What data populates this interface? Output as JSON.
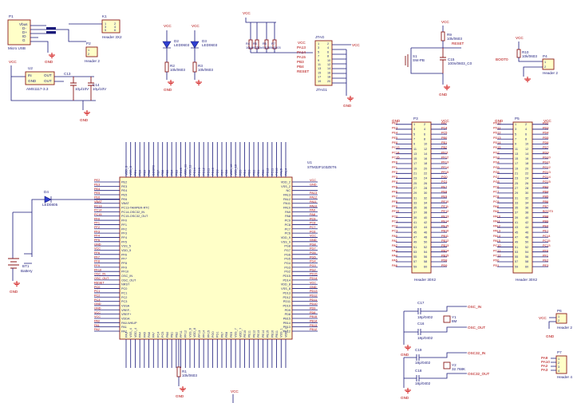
{
  "usb_block": {
    "ref": "P1",
    "value": "Micro USB",
    "pins": [
      "Vbus",
      "D-",
      "D+",
      "ID",
      "G"
    ],
    "gnd": "GND"
  },
  "header_k1": {
    "ref": "K1",
    "value": "Header 3X2"
  },
  "header_p2": {
    "ref": "P2",
    "value": "Header 2"
  },
  "regulator": {
    "ref": "U2",
    "value": "AMS1117-3.3",
    "pins": [
      "IN",
      "OUT",
      "GND",
      "OUT"
    ],
    "net": "VCC",
    "caps": [
      {
        "ref": "C13",
        "value": "10μ/10V"
      },
      {
        "ref": "C14",
        "value": "10μ/10V"
      }
    ],
    "gnd": "GND"
  },
  "leds_power": {
    "net": "VCC",
    "d2": {
      "ref": "D2",
      "value": "LED0603"
    },
    "d3": {
      "ref": "D3",
      "value": "LED0603"
    },
    "r_left": {
      "ref": "R2",
      "value": "10k/0603"
    },
    "r_right": {
      "ref": "R3",
      "value": "10k/0603"
    },
    "gnd": "GND"
  },
  "jtag": {
    "ref": "JTAG",
    "label": "JTAG1",
    "net_top": "VCC",
    "net_right": "VCC",
    "resistors": [
      "R4",
      "R5",
      "R6",
      "R7"
    ],
    "res_value": "10k/0603",
    "signals": [
      "PA13",
      "PA14",
      "PA15",
      "PB3",
      "PB4",
      "RESET"
    ],
    "pin_numbers": [
      "1",
      "2",
      "3",
      "4",
      "5",
      "6",
      "7",
      "8",
      "9",
      "10",
      "11",
      "12",
      "13",
      "14",
      "15",
      "16",
      "17",
      "18",
      "19",
      "20"
    ],
    "gnd": "GND"
  },
  "reset_block": {
    "net": "VCC",
    "r": {
      "ref": "R9",
      "value": "10k/0603"
    },
    "sw": {
      "ref": "S1",
      "value": "SW-PB"
    },
    "c": {
      "ref": "C15",
      "value": "100n/0603_C0"
    },
    "reset_label": "RESET",
    "gnd": "GND"
  },
  "boot_block": {
    "net": "VCC",
    "r": {
      "ref": "R10",
      "value": "10k/0603"
    },
    "label": "BOOT0",
    "header": {
      "ref": "P4",
      "value": "Header 2"
    },
    "gnd": "GND"
  },
  "header_p3": {
    "ref": "P3",
    "value": "Header 30X2",
    "top_left": "GND",
    "top_right": "VCC",
    "nets_left": [
      "PE2",
      "PE3",
      "PE4",
      "PE5",
      "PE6",
      "PC13",
      "PC14",
      "PC15",
      "PF0",
      "PF1",
      "PF2",
      "PF3",
      "PF4",
      "PF5",
      "PF6",
      "PF7",
      "PF8",
      "PF9",
      "PF10",
      "PC0",
      "PC1",
      "PC2",
      "PC3",
      "PA0",
      "PA1",
      "PA2",
      "PA3",
      "PA4",
      "PA5",
      "PA6"
    ],
    "nets_right": [
      "PA7",
      "PC4",
      "PC5",
      "PB0",
      "PB1",
      "PB2",
      "PF11",
      "PF12",
      "PF13",
      "PF14",
      "PF15",
      "PG0",
      "PG1",
      "PE7",
      "PE8",
      "PE9",
      "PE10",
      "PE11",
      "PE12",
      "PE13",
      "PE14",
      "PE15",
      "PB10",
      "PB11",
      "PB12",
      "PB13",
      "PB14",
      "PB15",
      "PD8",
      "PD9"
    ]
  },
  "header_p5": {
    "ref": "P5",
    "value": "Header 30X2",
    "top_left": "GND",
    "top_right": "VCC",
    "nets_left": [
      "PD10",
      "PD11",
      "PD12",
      "PD13",
      "PD14",
      "PD15",
      "PG2",
      "PG3",
      "PG4",
      "PG5",
      "PG6",
      "PG7",
      "PG8",
      "PC6",
      "PC7",
      "PC8",
      "PC9",
      "PA8",
      "PA9",
      "PA10",
      "PA11",
      "PA12",
      "PA13",
      "PA14",
      "PA15",
      "PC10",
      "PC11",
      "PC12",
      "PD0",
      "PD1"
    ],
    "nets_right": [
      "PD2",
      "PD3",
      "PD4",
      "PD5",
      "PD6",
      "PD7",
      "PG9",
      "PG10",
      "PG11",
      "PG12",
      "PG13",
      "PG14",
      "PG15",
      "PB3",
      "PB4",
      "PB5",
      "PB6",
      "PB7",
      "BOOT0",
      "PB8",
      "PB9",
      "PE0",
      "PE1",
      "PC14",
      "PC15",
      "PC13",
      "PF0",
      "PF1",
      "PE2",
      "PE3"
    ]
  },
  "mcu": {
    "ref": "U1",
    "value": "STM32F103ZET6",
    "left_pins": [
      "PE2",
      "PE3",
      "PE4",
      "PE5",
      "PE6",
      "VBAT",
      "PC13-TAMPER-RTC",
      "PC14-OSC32_IN",
      "PC15-OSC32_OUT",
      "PF0",
      "PF1",
      "PF2",
      "PF3",
      "PF4",
      "PF5",
      "VSS_5",
      "VDD_5",
      "PF6",
      "PF7",
      "PF8",
      "PF9",
      "PF10",
      "OSC_IN",
      "OSC_OUT",
      "NRST",
      "PC0",
      "PC1",
      "PC2",
      "PC3",
      "VSSA",
      "VREF-",
      "VREF+",
      "VDDA",
      "PA0-WKUP",
      "PA1",
      "PA2"
    ],
    "left_nets": [
      "PE2",
      "PE3",
      "PE4",
      "PE5",
      "PE6",
      "VBAT",
      "PC13",
      "PC14",
      "PC15",
      "PF0",
      "PF1",
      "PF2",
      "PF3",
      "PF4",
      "PF5",
      "GND",
      "VCC",
      "PF6",
      "PF7",
      "PF8",
      "PF9",
      "PF10",
      "OSC_IN",
      "OSC_OUT",
      "RESET",
      "PC0",
      "PC1",
      "PC2",
      "PC3",
      "GND",
      "GND",
      "VCC",
      "VCC",
      "PA0",
      "PA1",
      "PA2"
    ],
    "right_pins": [
      "VDD_2",
      "VSS_2",
      "NC",
      "PA13",
      "PA12",
      "PA11",
      "PA10",
      "PA9",
      "PA8",
      "PC9",
      "PC8",
      "PC7",
      "PC6",
      "VDD_9",
      "VSS_9",
      "PG8",
      "PG7",
      "PG6",
      "PG5",
      "PG4",
      "PG3",
      "PG2",
      "PD15",
      "PD14",
      "VDD_8",
      "VSS_8",
      "PD13",
      "PD12",
      "PD11",
      "PD10",
      "PD9",
      "PD8",
      "PB15",
      "PB14",
      "PB13",
      "PB12"
    ],
    "right_nets": [
      "VCC",
      "GND",
      "",
      "PA13",
      "PA12",
      "PA11",
      "PA10",
      "PA9",
      "PA8",
      "PC9",
      "PC8",
      "PC7",
      "PC6",
      "VCC",
      "GND",
      "PG8",
      "PG7",
      "PG6",
      "PG5",
      "PG4",
      "PG3",
      "PG2",
      "PD15",
      "PD14",
      "VCC",
      "GND",
      "PD13",
      "PD12",
      "PD11",
      "PD10",
      "PD9",
      "PD8",
      "PB15",
      "PB14",
      "PB13",
      "PB12"
    ],
    "top_pins": [
      "VDD_3",
      "VSS_3",
      "PE1",
      "PE0",
      "PB9",
      "PB8",
      "BOOT0",
      "PB7",
      "PB6",
      "PB5",
      "PB4",
      "PB3",
      "PG15",
      "VDD_11",
      "VSS_11",
      "PG14",
      "PG13",
      "PG12",
      "PG11",
      "PG10",
      "PG9",
      "PD7",
      "PD6",
      "VDD_10",
      "VSS_10",
      "PD5",
      "PD4",
      "PD3",
      "PD2",
      "PD1",
      "PD0",
      "PC12",
      "PC11",
      "PC10",
      "PA15",
      "PA14"
    ],
    "bottom_pins": [
      "PA3",
      "VSS_4",
      "VDD_4",
      "PA4",
      "PA5",
      "PA6",
      "PA7",
      "PC4",
      "PC5",
      "PB0",
      "PB1",
      "PB2",
      "PF11",
      "PF12",
      "VSS_6",
      "VDD_6",
      "PF13",
      "PF14",
      "PF15",
      "PG0",
      "PG1",
      "PE7",
      "PE8",
      "PE9",
      "VSS_7",
      "VDD_7",
      "PE10",
      "PE11",
      "PE12",
      "PE13",
      "PE14",
      "PE15",
      "PB10",
      "PB11",
      "VSS_1",
      "VDD_1"
    ]
  },
  "status_led": {
    "ref": "D4",
    "value": "LED0805"
  },
  "battery": {
    "ref": "BT1",
    "value": "Battery",
    "gnd": "GND"
  },
  "r_bottom": {
    "ref": "R1",
    "value": "10k/0603",
    "gnd": "GND"
  },
  "net_vcc_bottom": "VCC",
  "crystal_main": {
    "c1": {
      "ref": "C17",
      "value": "18p/0402"
    },
    "c2": {
      "ref": "C16",
      "value": "18p/0402"
    },
    "y": {
      "ref": "Y1",
      "value": "8M"
    },
    "net_in": "OSC_IN",
    "net_out": "OSC_OUT",
    "gnd": "GND"
  },
  "crystal_rtc": {
    "c1": {
      "ref": "C19",
      "value": "18p/0402"
    },
    "c2": {
      "ref": "C18",
      "value": "18p/0402"
    },
    "y": {
      "ref": "Y2",
      "value": "32.768K"
    },
    "net_in": "OSC32_IN",
    "net_out": "OSC32_OUT",
    "gnd": "GND"
  },
  "header_p6": {
    "ref": "P6",
    "value": "Header 2",
    "net": "VCC",
    "gnd": "GND"
  },
  "header_p7": {
    "ref": "P7",
    "value": "Header 4",
    "nets": [
      "PA9",
      "PA10",
      "PA2",
      "PA3"
    ]
  }
}
